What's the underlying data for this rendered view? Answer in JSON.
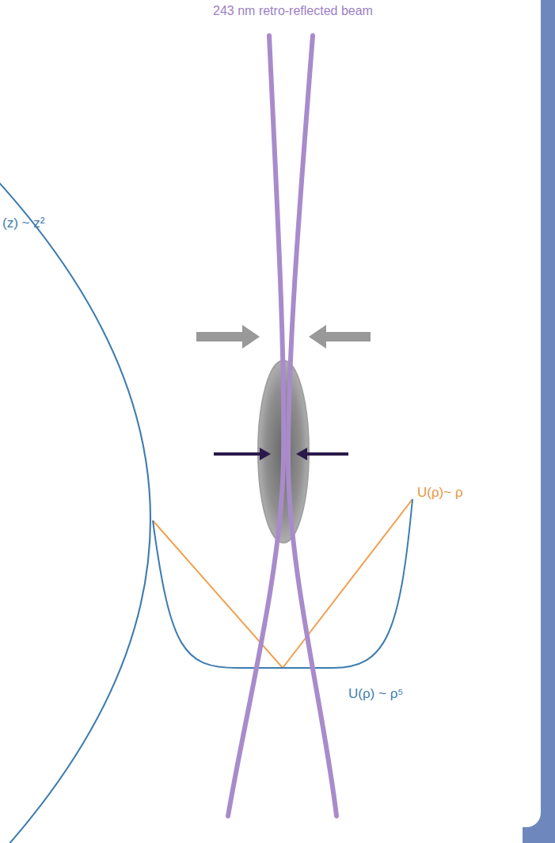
{
  "diagram": {
    "labels": [
      "243 nm retro-reflected beam",
      "(z) ~ z²",
      "U(ρ)~ ρ",
      "U(ρ) ~ ρ⁵"
    ]
  }
}
